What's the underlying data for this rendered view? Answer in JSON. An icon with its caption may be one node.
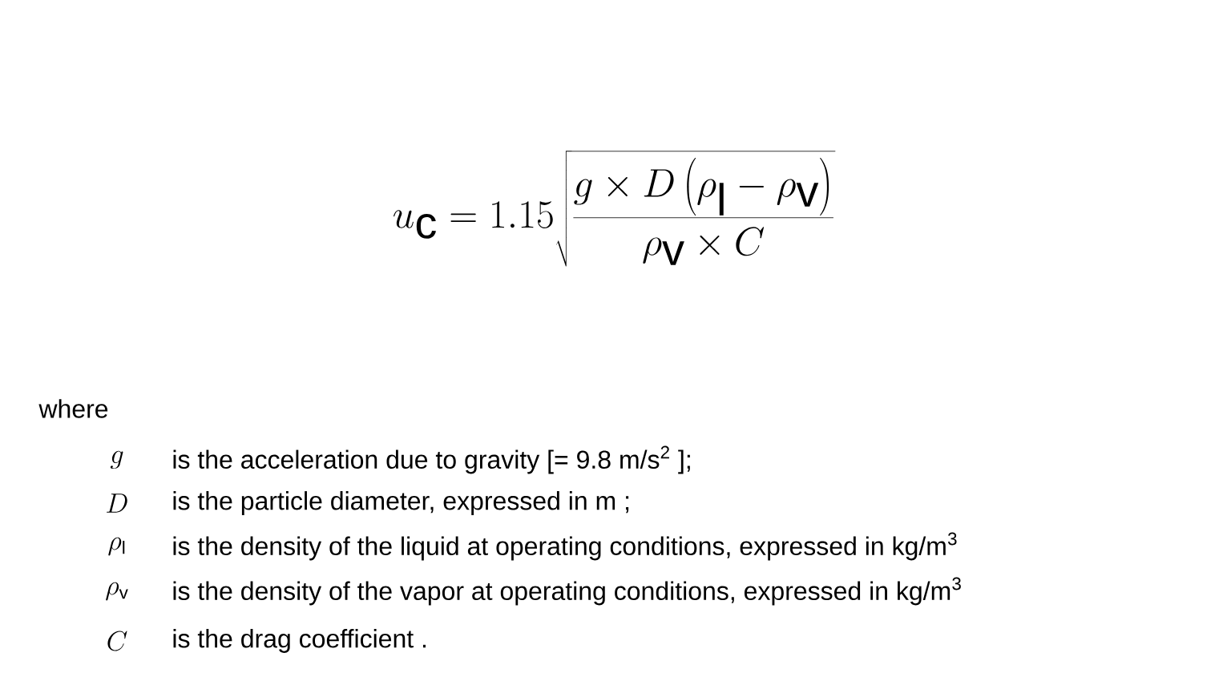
{
  "diagram": {
    "labels": [
      "u_{\\mathrm{c}} = 1.15\\sqrt{\\frac{g\\times D\\left(\\rho_{\\mathrm{l}}-\\rho_{\\mathrm{v}}\\right)}{\\rho_{\\mathrm{v}}\\times C}}",
      "where",
      "g",
      "is the acceleration due to gravity [= 9.8 m/s$^{2}$ ];",
      "D",
      "is the particle diameter, expressed in m ;",
      "\\rho_{\\mathrm{l}}",
      "is the density of the liquid at operating conditions, expressed in kg/m$^{3}$",
      "\\rho_{\\mathrm{v}}",
      "is the density of the vapor at operating conditions, expressed in kg/m$^{3}$",
      "C",
      "is the drag coefficient ."
    ]
  }
}
